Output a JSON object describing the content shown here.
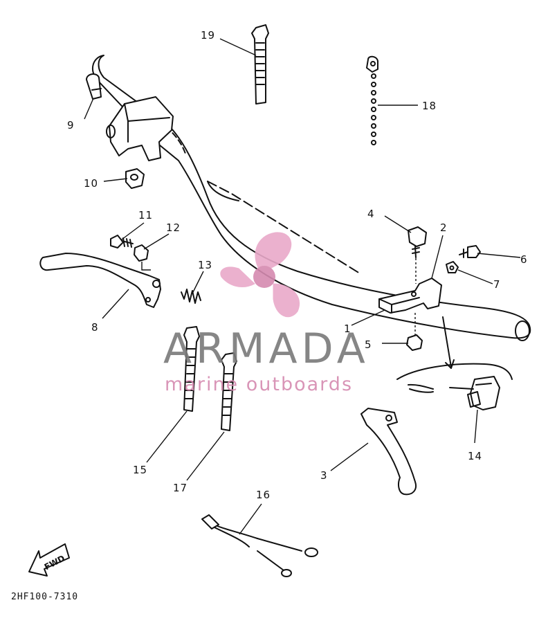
{
  "diagram": {
    "drawing_code": "2HF100-7310",
    "direction_label": "FWD",
    "callouts": {
      "p1": "1",
      "p2": "2",
      "p3": "3",
      "p4": "4",
      "p5": "5",
      "p6": "6",
      "p7": "7",
      "p8": "8",
      "p9": "9",
      "p10": "10",
      "p11": "11",
      "p12": "12",
      "p13": "13",
      "p14": "14",
      "p15": "15",
      "p16": "16",
      "p17": "17",
      "p18": "18",
      "p19": "19"
    }
  },
  "watermark": {
    "brand": "ARMADA",
    "tagline": "marine outboards",
    "colors": {
      "brand": "#7a7a7a",
      "accent": "#d58ab0",
      "logo": "#e9a9c9"
    }
  }
}
